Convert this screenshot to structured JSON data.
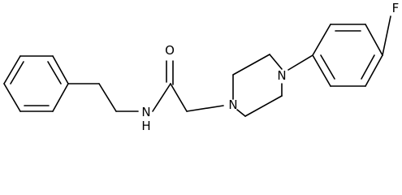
{
  "molecule": {
    "atoms": {
      "fluorine": "F",
      "oxygen": "O",
      "amide_nitrogen": "N",
      "amide_hydrogen": "H",
      "piperazine_n1": "N",
      "piperazine_n4": "N"
    }
  }
}
